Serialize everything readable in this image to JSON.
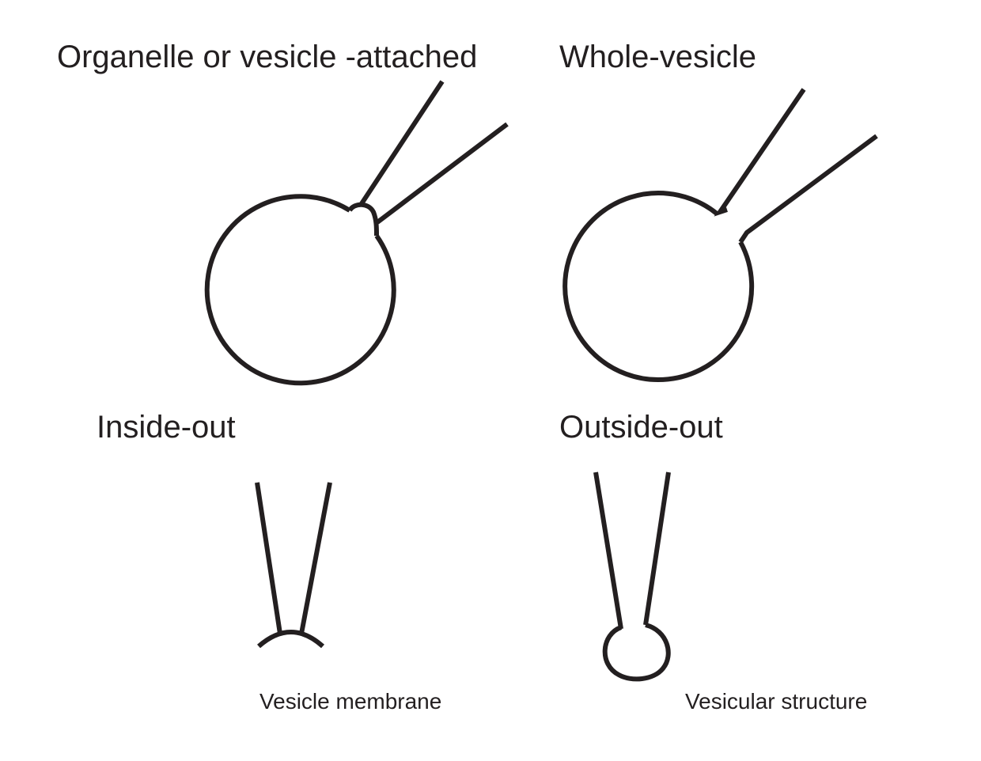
{
  "panels": {
    "organelle_attached": {
      "title": "Organelle or vesicle -attached"
    },
    "whole_vesicle": {
      "title": "Whole-vesicle"
    },
    "inside_out": {
      "title": "Inside-out",
      "caption": "Vesicle membrane"
    },
    "outside_out": {
      "title": "Outside-out",
      "caption": "Vesicular structure"
    }
  },
  "colors": {
    "stroke": "#231f20",
    "background": "#ffffff"
  }
}
